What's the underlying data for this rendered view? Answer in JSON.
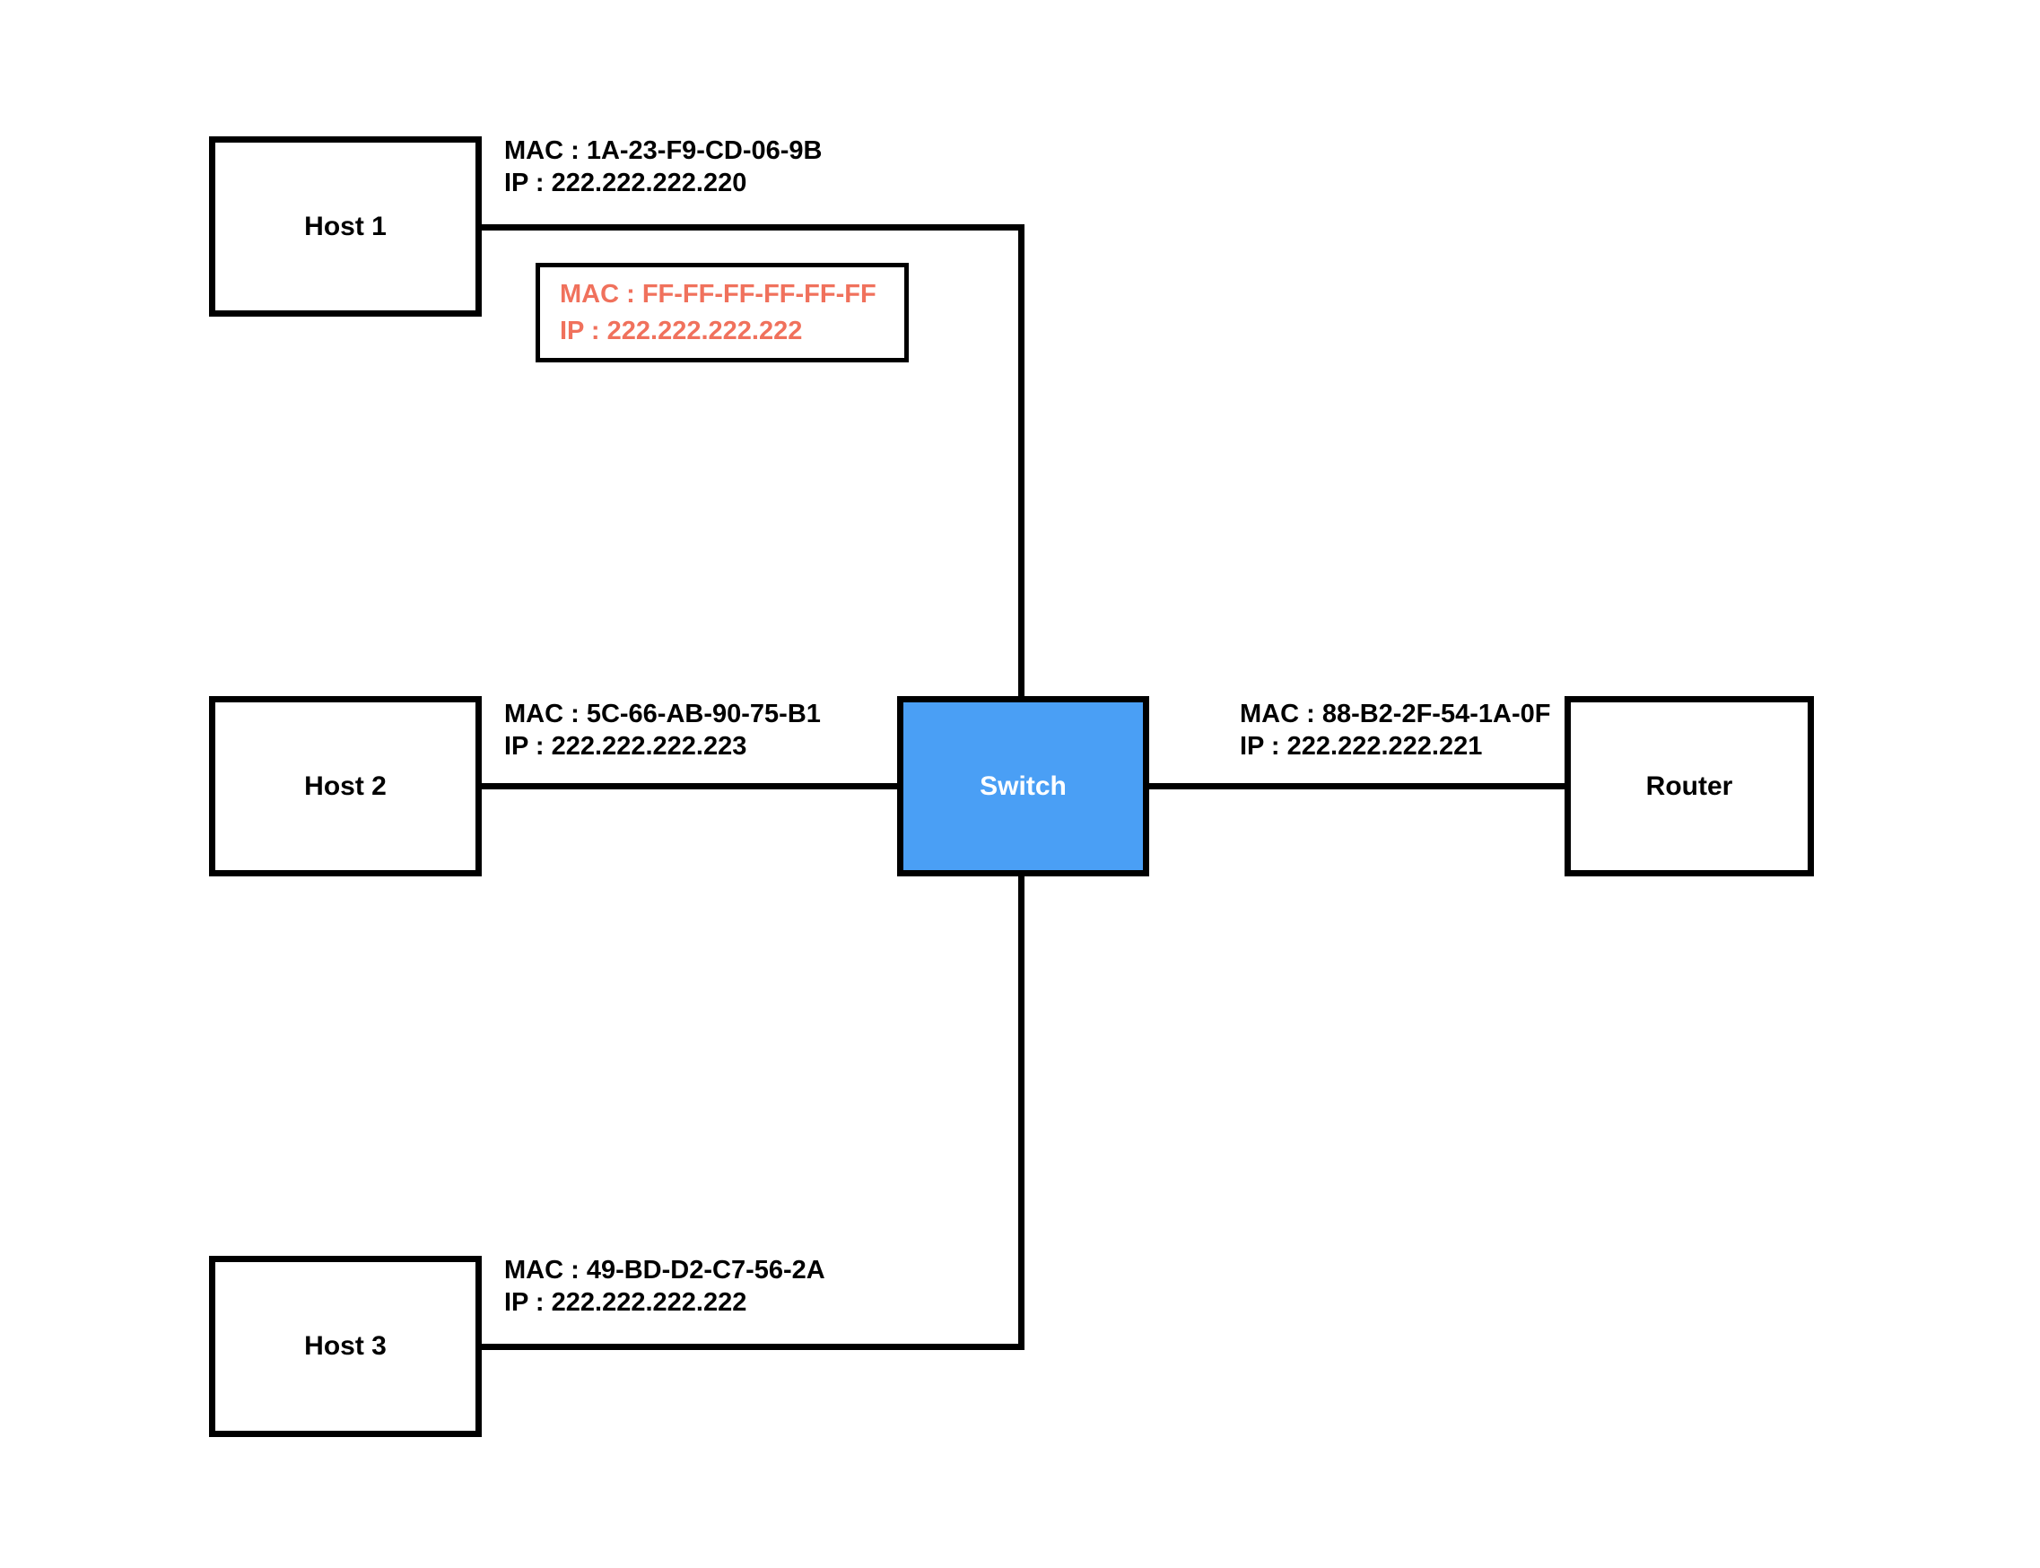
{
  "diagram": {
    "nodes": {
      "host1": {
        "label": "Host 1"
      },
      "host2": {
        "label": "Host 2"
      },
      "host3": {
        "label": "Host 3"
      },
      "switch": {
        "label": "Switch"
      },
      "router": {
        "label": "Router"
      }
    },
    "annotations": {
      "host1": {
        "mac": "MAC : 1A-23-F9-CD-06-9B",
        "ip": "IP : 222.222.222.220"
      },
      "broadcast": {
        "mac": "MAC : FF-FF-FF-FF-FF-FF",
        "ip": "IP : 222.222.222.222"
      },
      "host2": {
        "mac": "MAC : 5C-66-AB-90-75-B1",
        "ip": "IP : 222.222.222.223"
      },
      "router": {
        "mac": "MAC : 88-B2-2F-54-1A-0F",
        "ip": "IP : 222.222.222.221"
      },
      "host3": {
        "mac": "MAC : 49-BD-D2-C7-56-2A",
        "ip": "IP : 222.222.222.222"
      }
    },
    "colors": {
      "background": "#FFFFFF",
      "line": "#000000",
      "switch_fill": "#4A9FF5",
      "switch_text": "#FFFFFF",
      "broadcast_text": "#F0715C"
    }
  }
}
